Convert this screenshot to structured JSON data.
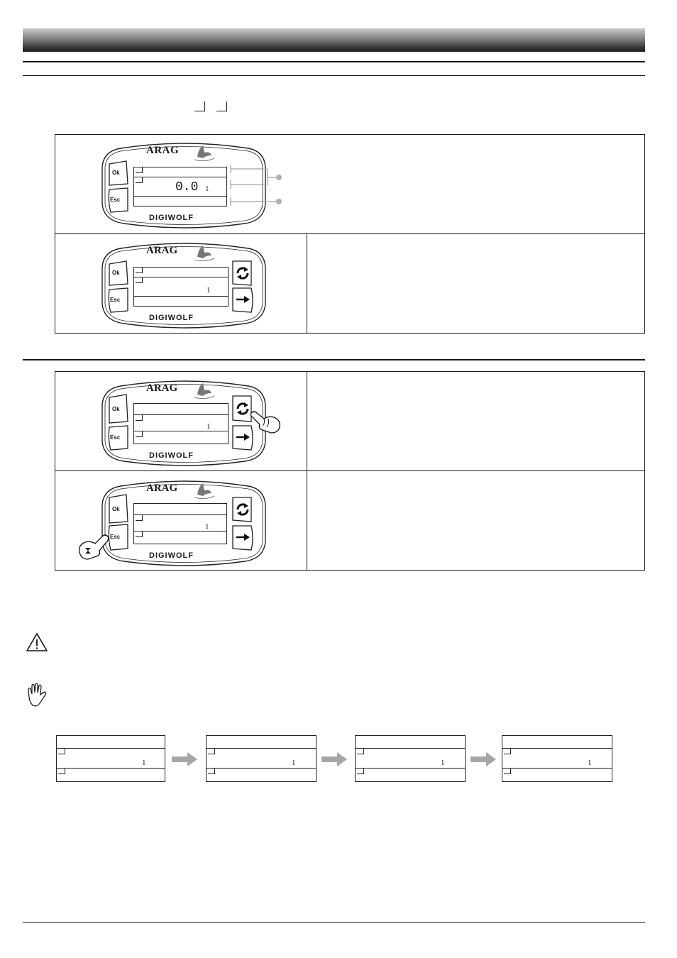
{
  "device": {
    "brand": "ARAG",
    "product": "DIGIWOLF",
    "ok_label": "Ok",
    "esc_label": "Esc"
  },
  "display_panel_1": {
    "value": "0.0",
    "unit_digit": "1"
  },
  "display_panel_2": {
    "unit_digit": "1"
  },
  "display_panel_3": {
    "unit_digit": "1"
  },
  "display_panel_4": {
    "unit_digit": "1"
  },
  "sequence": [
    {
      "unit_digit": "1"
    },
    {
      "unit_digit": "1"
    },
    {
      "unit_digit": "1"
    },
    {
      "unit_digit": "1"
    }
  ],
  "icons": [
    "warning-icon",
    "hand-icon",
    "refresh-icon",
    "arrow-right-icon",
    "pointing-hand-icon",
    "hourglass-hand-icon"
  ],
  "colors": {
    "header_dark": "#1f1f1f",
    "header_light": "#c9c9c9",
    "arrow_gray": "#a6a6a6",
    "callout_gray": "#b0b0b0"
  }
}
